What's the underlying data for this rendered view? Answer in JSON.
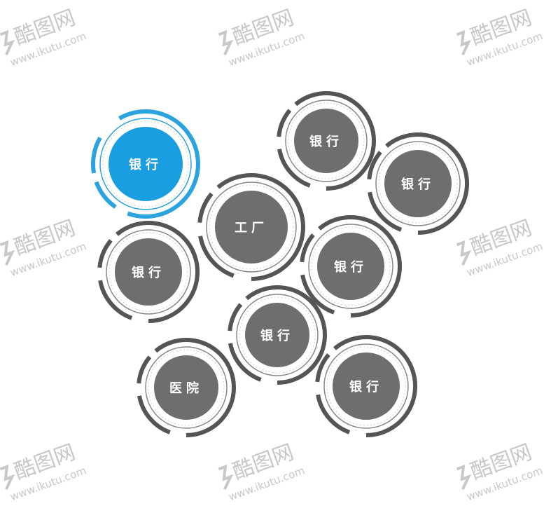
{
  "watermark": {
    "logo": "酷图网",
    "url": "www.ikutu.com"
  },
  "nodes": [
    {
      "label": "银行",
      "theme": "blue"
    },
    {
      "label": "银行",
      "theme": "gray"
    },
    {
      "label": "银行",
      "theme": "gray"
    },
    {
      "label": "工厂",
      "theme": "gray"
    },
    {
      "label": "银行",
      "theme": "gray"
    },
    {
      "label": "银行",
      "theme": "gray"
    },
    {
      "label": "银行",
      "theme": "gray"
    },
    {
      "label": "医院",
      "theme": "gray"
    },
    {
      "label": "银行",
      "theme": "gray"
    }
  ],
  "colors": {
    "blue_fill": "#1a9ee2",
    "blue_ring": "#2aa3df",
    "gray_fill": "#6e6e6e",
    "gray_ring": "#555555",
    "watermark": "#c8c8c8"
  }
}
